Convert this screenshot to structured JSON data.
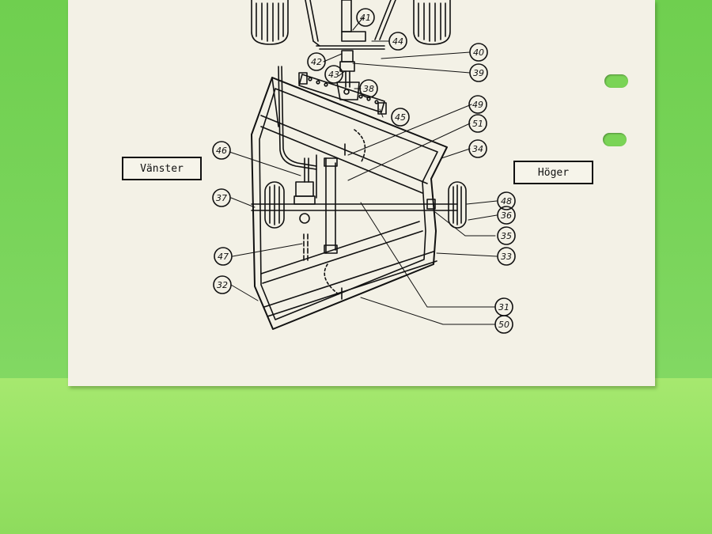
{
  "labels": {
    "left": "Vänster",
    "right": "Höger"
  },
  "callouts": [
    "31",
    "32",
    "33",
    "34",
    "35",
    "36",
    "37",
    "38",
    "39",
    "40",
    "41",
    "42",
    "43",
    "44",
    "45",
    "46",
    "47",
    "48",
    "49",
    "50",
    "51"
  ],
  "colors": {
    "background_wall": "#79d45a",
    "background_floor": "#9ae467",
    "paper": "#f3f1e6",
    "ink": "#111111"
  }
}
